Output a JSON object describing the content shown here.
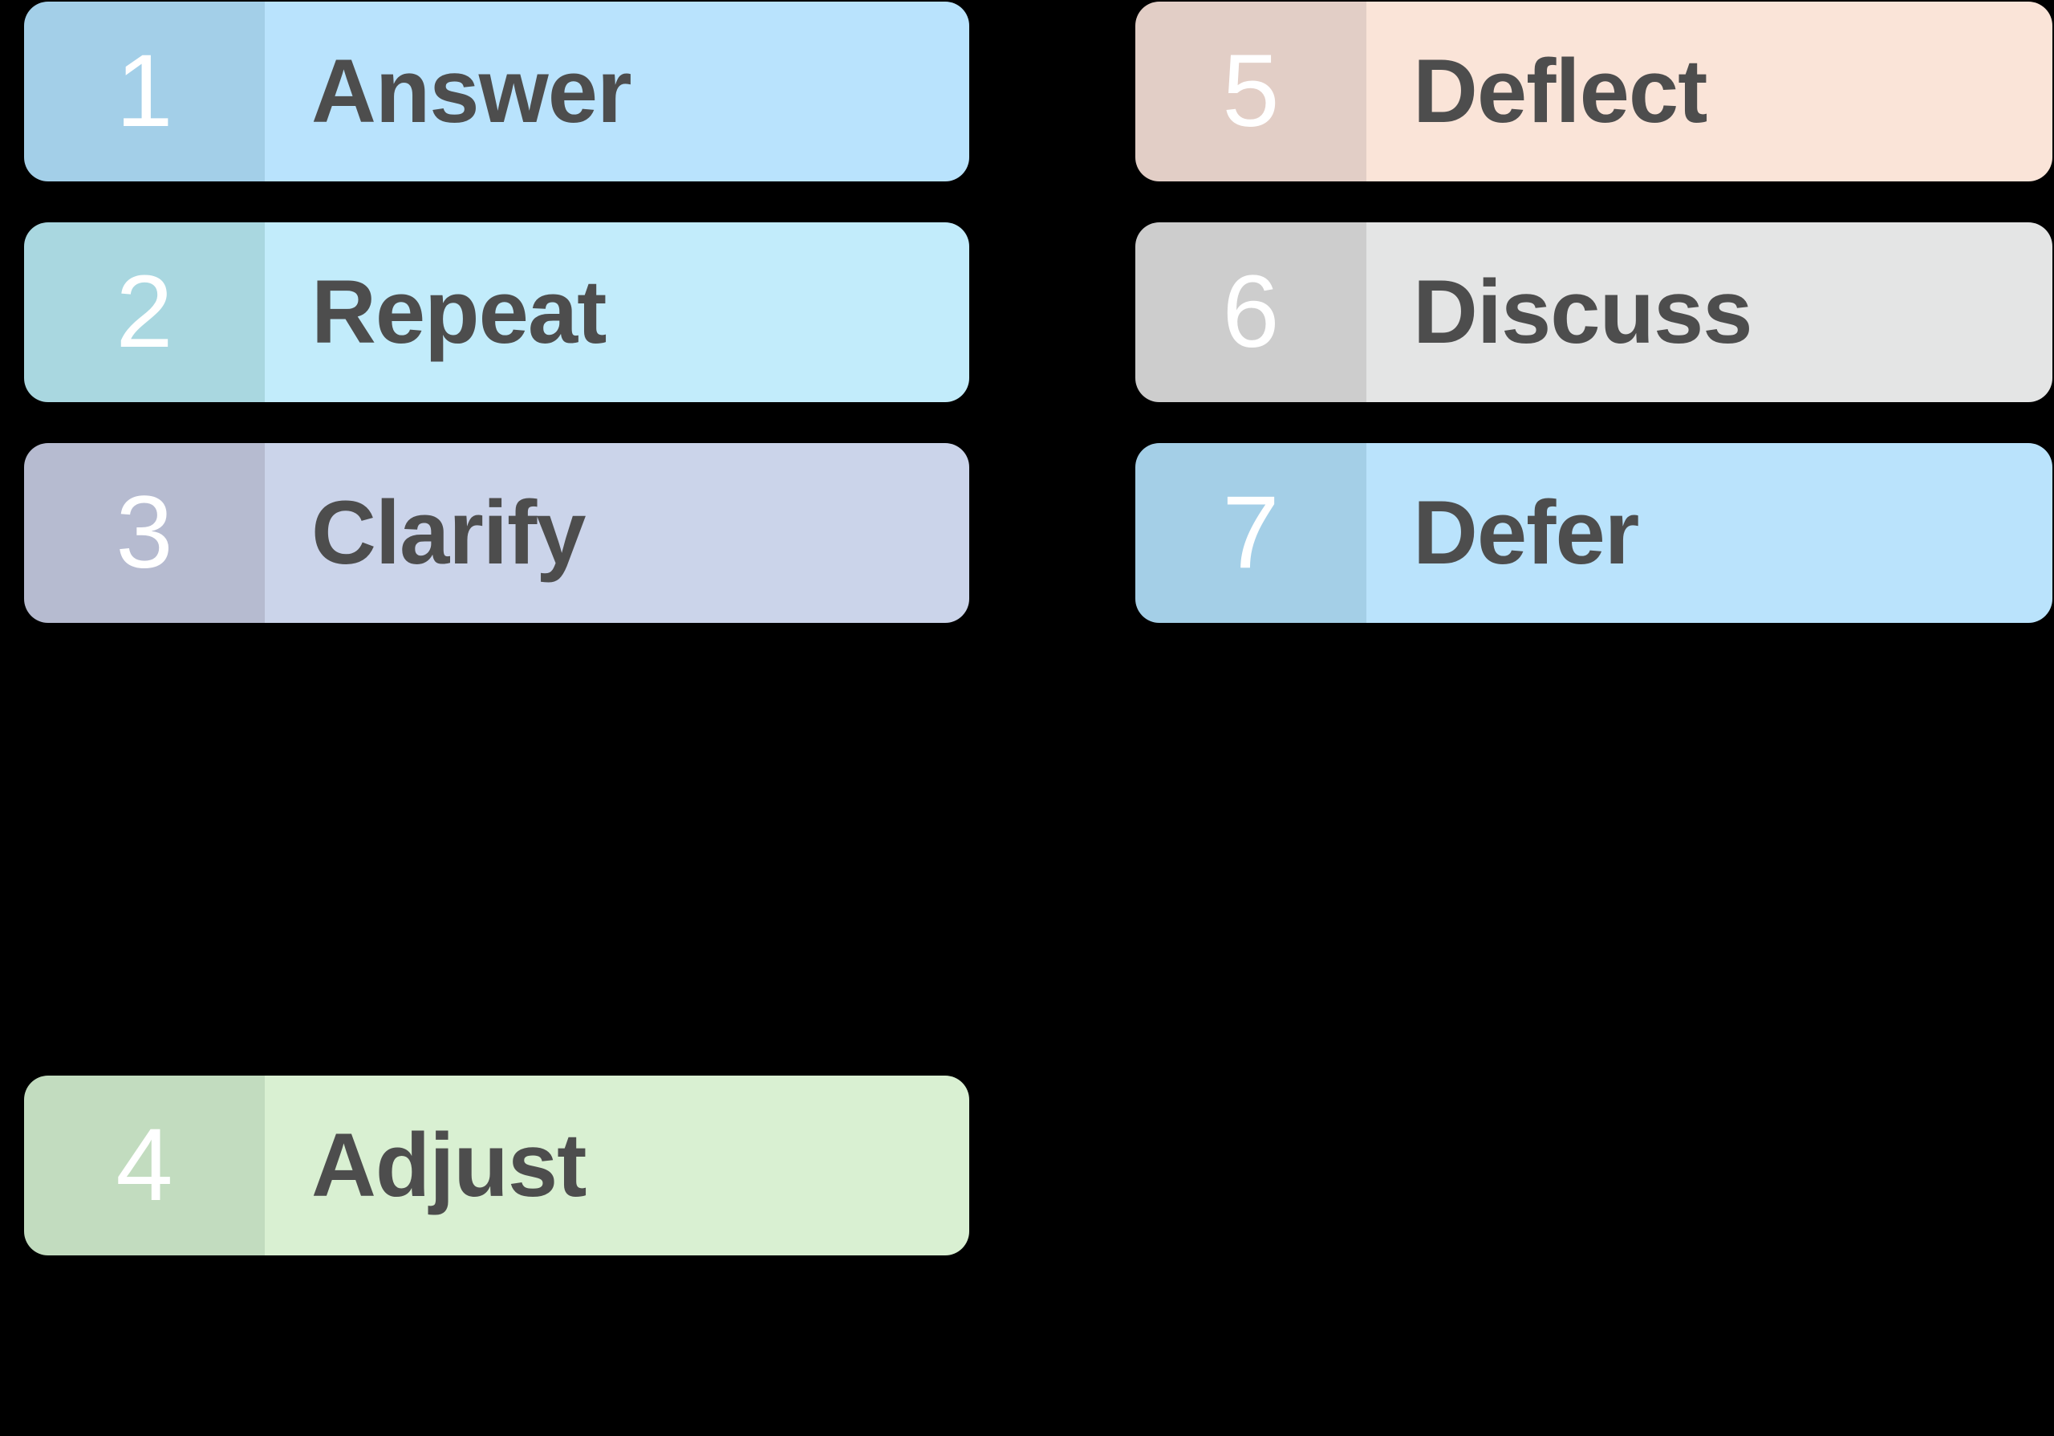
{
  "board": {
    "background": "#000000",
    "label_text_color": "#4d4d4d",
    "number_text_color": "#ffffff",
    "columns": 2,
    "total_cards": 7
  },
  "cards": [
    {
      "number": "1",
      "label": "Answer",
      "panel_color": "#a3cfe8",
      "body_color": "#b9e3fd",
      "column": "left",
      "row": 1
    },
    {
      "number": "2",
      "label": "Repeat",
      "panel_color": "#a9d7e0",
      "body_color": "#c2ecfb",
      "column": "left",
      "row": 2
    },
    {
      "number": "3",
      "label": "Clarify",
      "panel_color": "#b6bbd0",
      "body_color": "#cbd4ea",
      "column": "left",
      "row": 3
    },
    {
      "number": "4",
      "label": "Adjust",
      "panel_color": "#c2dcbf",
      "body_color": "#d9f0d2",
      "column": "left",
      "row": 4
    },
    {
      "number": "5",
      "label": "Deflect",
      "panel_color": "#e2cec6",
      "body_color": "#fae4d8",
      "column": "right",
      "row": 1
    },
    {
      "number": "6",
      "label": "Discuss",
      "panel_color": "#cdcdcd",
      "body_color": "#e4e5e5",
      "column": "right",
      "row": 2
    },
    {
      "number": "7",
      "label": "Defer",
      "panel_color": "#a4cfe7",
      "body_color": "#bae3fc",
      "column": "right",
      "row": 3
    }
  ]
}
